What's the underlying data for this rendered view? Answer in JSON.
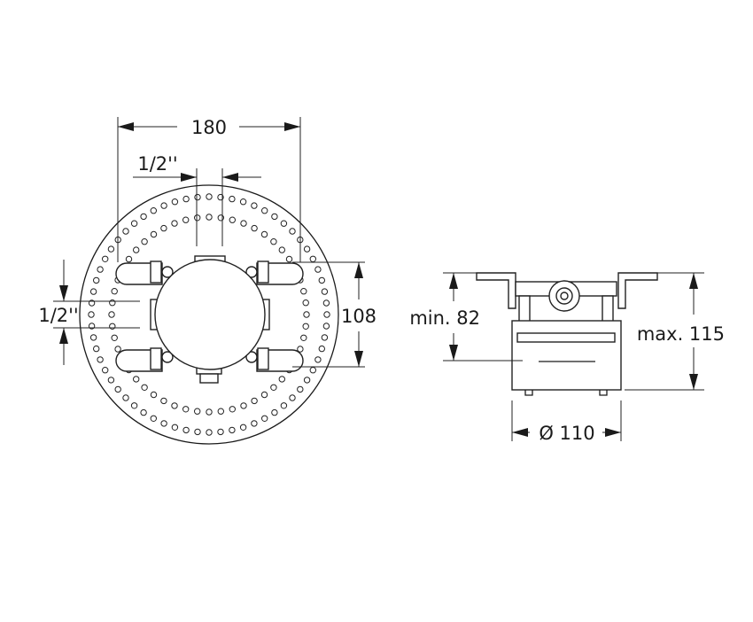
{
  "drawing": {
    "front_view": {
      "width_label": "180",
      "top_thread_label": "1/2''",
      "left_thread_label": "1/2''",
      "height_label": "108"
    },
    "side_view": {
      "min_depth_label": "min. 82",
      "max_depth_label": "max. 115",
      "diameter_label": "Ø 110"
    }
  }
}
